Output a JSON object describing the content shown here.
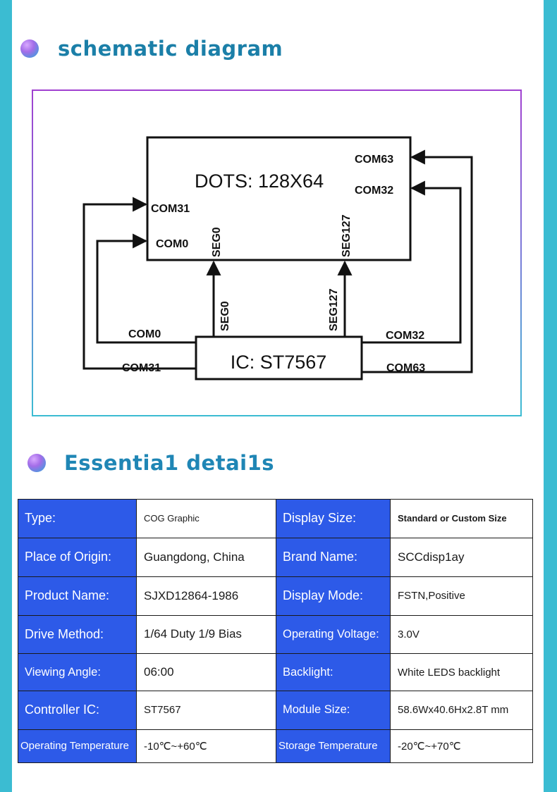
{
  "sections": {
    "schematic_title": "schematic diagram",
    "details_title": "Essentia1 detai1s"
  },
  "diagram": {
    "lcd_label": "DOTS: 128X64",
    "ic_label": "IC: ST7567",
    "pins": {
      "com63_lcd": "COM63",
      "com32_lcd": "COM32",
      "com31_lcd": "COM31",
      "com0_lcd": "COM0",
      "seg0_lcd": "SEG0",
      "seg127_lcd": "SEG127",
      "seg0_ic": "SEG0",
      "seg127_ic": "SEG127",
      "com0_ic": "COM0",
      "com31_ic": "COM31",
      "com32_ic": "COM32",
      "com63_ic": "COM63"
    }
  },
  "specs": [
    {
      "label1": "Type:",
      "value1": "COG  Graphic",
      "label2": "Display Size:",
      "value2": "Standard or Custom Size"
    },
    {
      "label1": "Place of  Origin:",
      "value1": "Guangdong, China",
      "label2": "Brand Name:",
      "value2": "SCCdisp1ay"
    },
    {
      "label1": "Product Name:",
      "value1": "SJXD12864-1986",
      "label2": "Display Mode:",
      "value2": "FSTN,Positive"
    },
    {
      "label1": "Drive Method:",
      "value1": "1/64 Duty 1/9 Bias",
      "label2": "Operating Voltage:",
      "value2": "3.0V"
    },
    {
      "label1": "Viewing Angle:",
      "value1": "06:00",
      "label2": "Backlight:",
      "value2": "White LEDS backlight"
    },
    {
      "label1": "Controller IC:",
      "value1": "ST7567",
      "label2": "Module Size:",
      "value2": "58.6Wx40.6Hx2.8T mm"
    },
    {
      "label1": "Operating Temperature",
      "value1": "-10℃~+60℃",
      "label2": "Storage  Temperature",
      "value2": "-20℃~+70℃"
    }
  ],
  "colors": {
    "side_bar": "#3bbcd2",
    "label_cell": "#2d5ae8",
    "heading": "#1b7fa8"
  }
}
